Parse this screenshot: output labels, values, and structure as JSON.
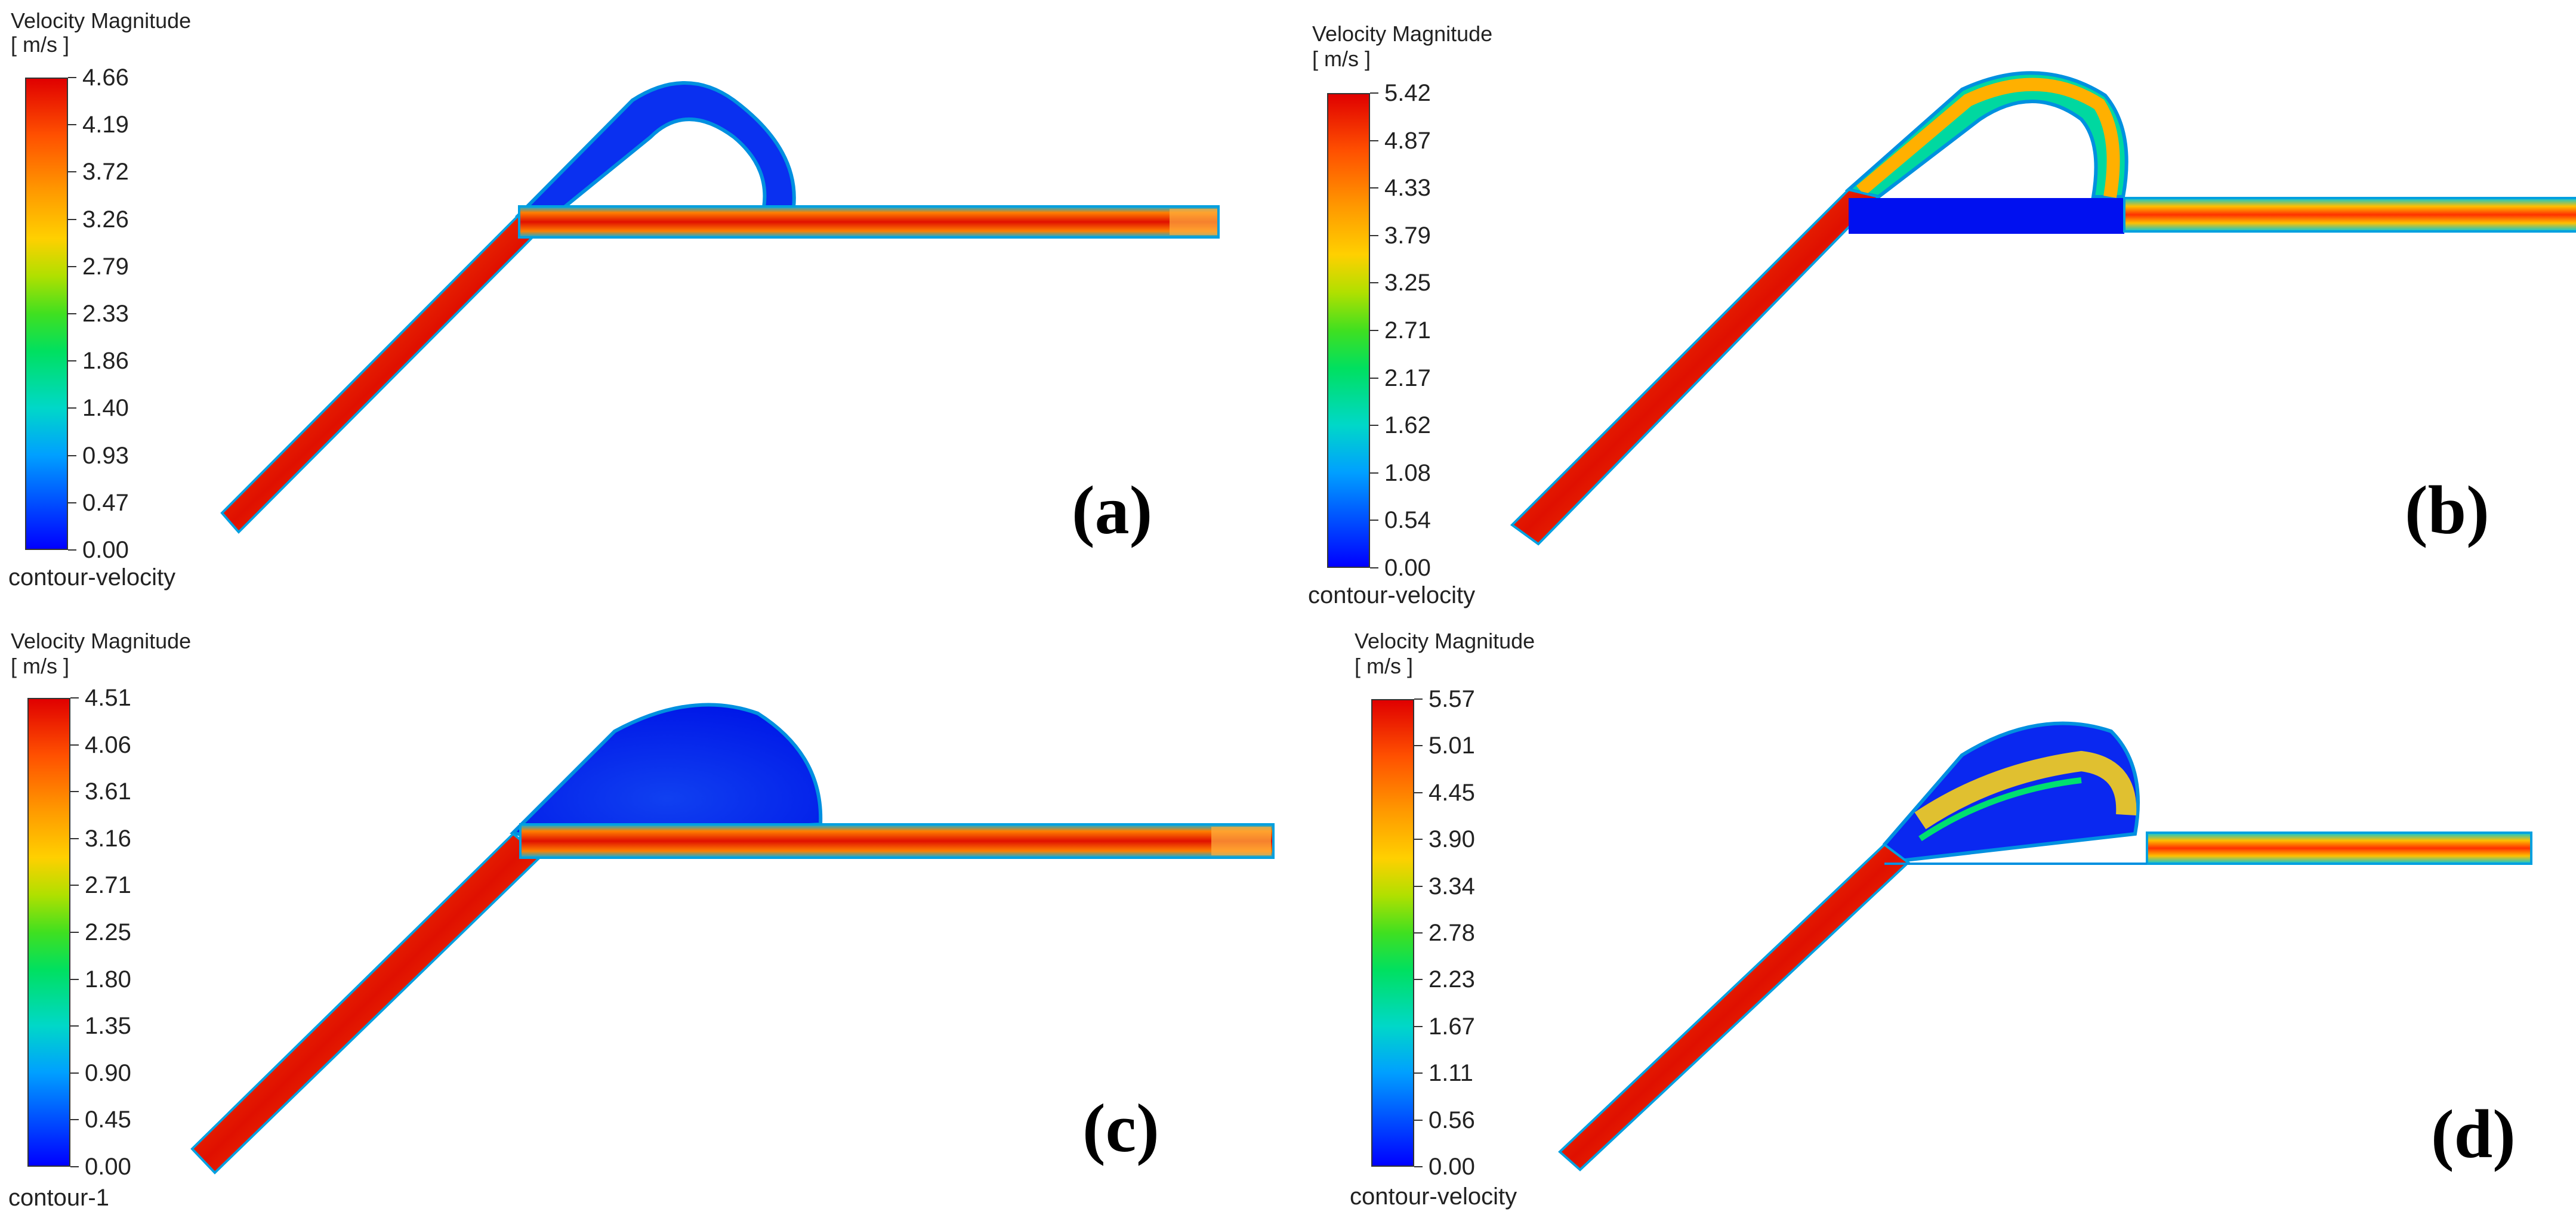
{
  "panels": [
    {
      "id": "a",
      "label": "(a)",
      "legend": {
        "title": "Velocity Magnitude",
        "unit": "[ m/s ]",
        "name": "contour-velocity",
        "ticks": [
          "4.66",
          "4.19",
          "3.72",
          "3.26",
          "2.79",
          "2.33",
          "1.86",
          "1.40",
          "0.93",
          "0.47",
          "0.00"
        ]
      }
    },
    {
      "id": "b",
      "label": "(b)",
      "legend": {
        "title": "Velocity Magnitude",
        "unit": "[ m/s ]",
        "name": "contour-velocity",
        "ticks": [
          "5.42",
          "4.87",
          "4.33",
          "3.79",
          "3.25",
          "2.71",
          "2.17",
          "1.62",
          "1.08",
          "0.54",
          "0.00"
        ]
      }
    },
    {
      "id": "c",
      "label": "(c)",
      "legend": {
        "title": "Velocity Magnitude",
        "unit": "[ m/s ]",
        "name": "contour-1",
        "ticks": [
          "4.51",
          "4.06",
          "3.61",
          "3.16",
          "2.71",
          "2.25",
          "1.80",
          "1.35",
          "0.90",
          "0.45",
          "0.00"
        ]
      }
    },
    {
      "id": "d",
      "label": "(d)",
      "legend": {
        "title": "Velocity Magnitude",
        "unit": "[ m/s ]",
        "name": "contour-velocity",
        "ticks": [
          "5.57",
          "5.01",
          "4.45",
          "3.90",
          "3.34",
          "2.78",
          "2.23",
          "1.67",
          "1.11",
          "0.56",
          "0.00"
        ]
      }
    }
  ],
  "colors": {
    "low": "#0000ff",
    "mid": "#40e020",
    "high": "#e00000",
    "core": "#ffb000"
  }
}
